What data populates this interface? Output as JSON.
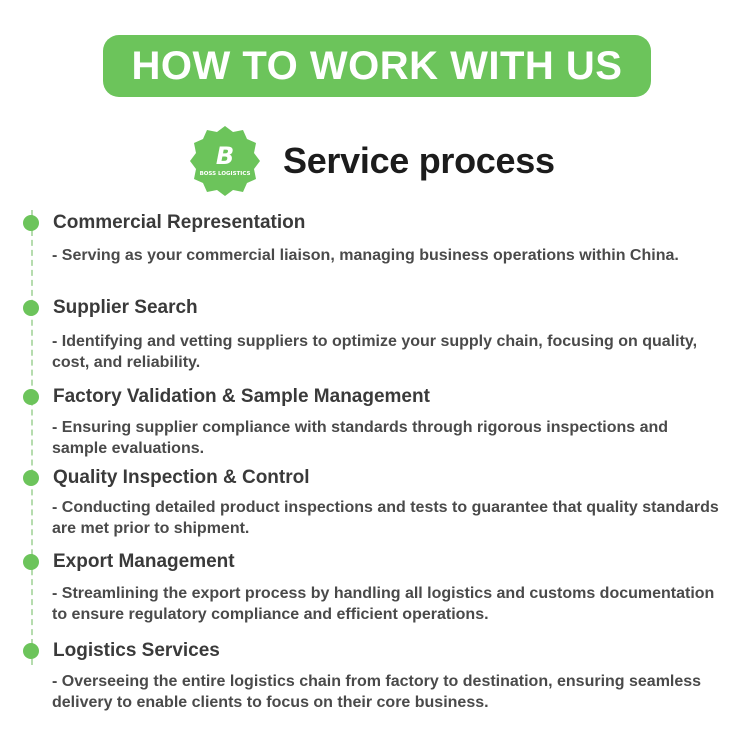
{
  "banner": {
    "title": "HOW TO WORK WITH US"
  },
  "logo": {
    "letter": "B",
    "caption": "BOSS LOGISTICS"
  },
  "section": {
    "title": "Service process"
  },
  "colors": {
    "accent": "#6cc45b",
    "text": "#3a3a3a",
    "heading": "#1c1c1c"
  },
  "steps": [
    {
      "title": "Commercial Representation",
      "description": "- Serving as your commercial liaison, managing business operations within China."
    },
    {
      "title": "Supplier Search",
      "description": " - Identifying and vetting suppliers to optimize your supply chain, focusing on quality, cost, and reliability."
    },
    {
      "title": "Factory Validation & Sample Management",
      "description": "- Ensuring supplier compliance with standards through rigorous inspections and sample evaluations."
    },
    {
      "title": "Quality Inspection & Control",
      "description": "- Conducting detailed product inspections and tests to guarantee that quality standards are met prior to shipment."
    },
    {
      "title": "Export Management",
      "description": " - Streamlining the export process by handling all logistics and customs documentation to ensure regulatory compliance and efficient operations."
    },
    {
      "title": "Logistics Services",
      "description": " - Overseeing the entire logistics chain from factory to destination, ensuring seamless delivery to enable clients to focus on their core business."
    }
  ]
}
